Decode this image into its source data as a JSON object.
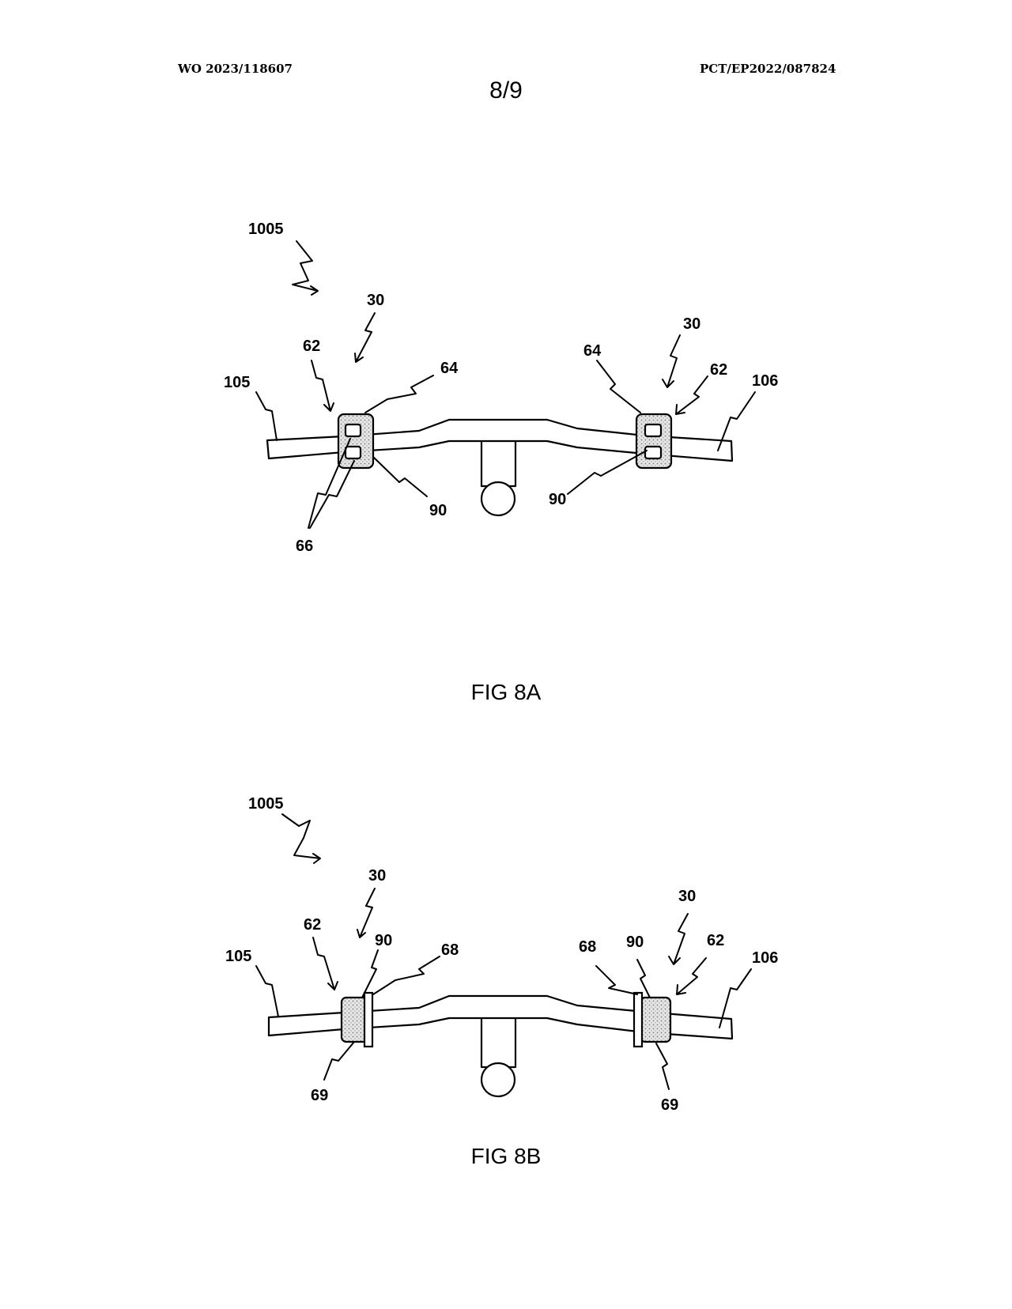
{
  "header": {
    "publication_number": "WO 2023/118607",
    "application_number": "PCT/EP2022/087824",
    "sheet": "8/9"
  },
  "figures": [
    {
      "caption": "FIG 8A",
      "labels": {
        "system": "1005",
        "device_left": "30",
        "device_right": "30",
        "housing_left": "62",
        "housing_right": "62",
        "cover_left": "64",
        "cover_right": "64",
        "bar_left": "105",
        "bar_right": "106",
        "buttons": "66",
        "sensor_left": "90",
        "sensor_right": "90"
      }
    },
    {
      "caption": "FIG 8B",
      "labels": {
        "system": "1005",
        "device_left": "30",
        "device_right": "30",
        "housing_left": "62",
        "housing_right": "62",
        "sensor_left": "90",
        "sensor_right": "90",
        "flange_left": "68",
        "flange_right": "68",
        "bar_left": "105",
        "bar_right": "106",
        "ring_left": "69",
        "ring_right": "69"
      }
    }
  ]
}
